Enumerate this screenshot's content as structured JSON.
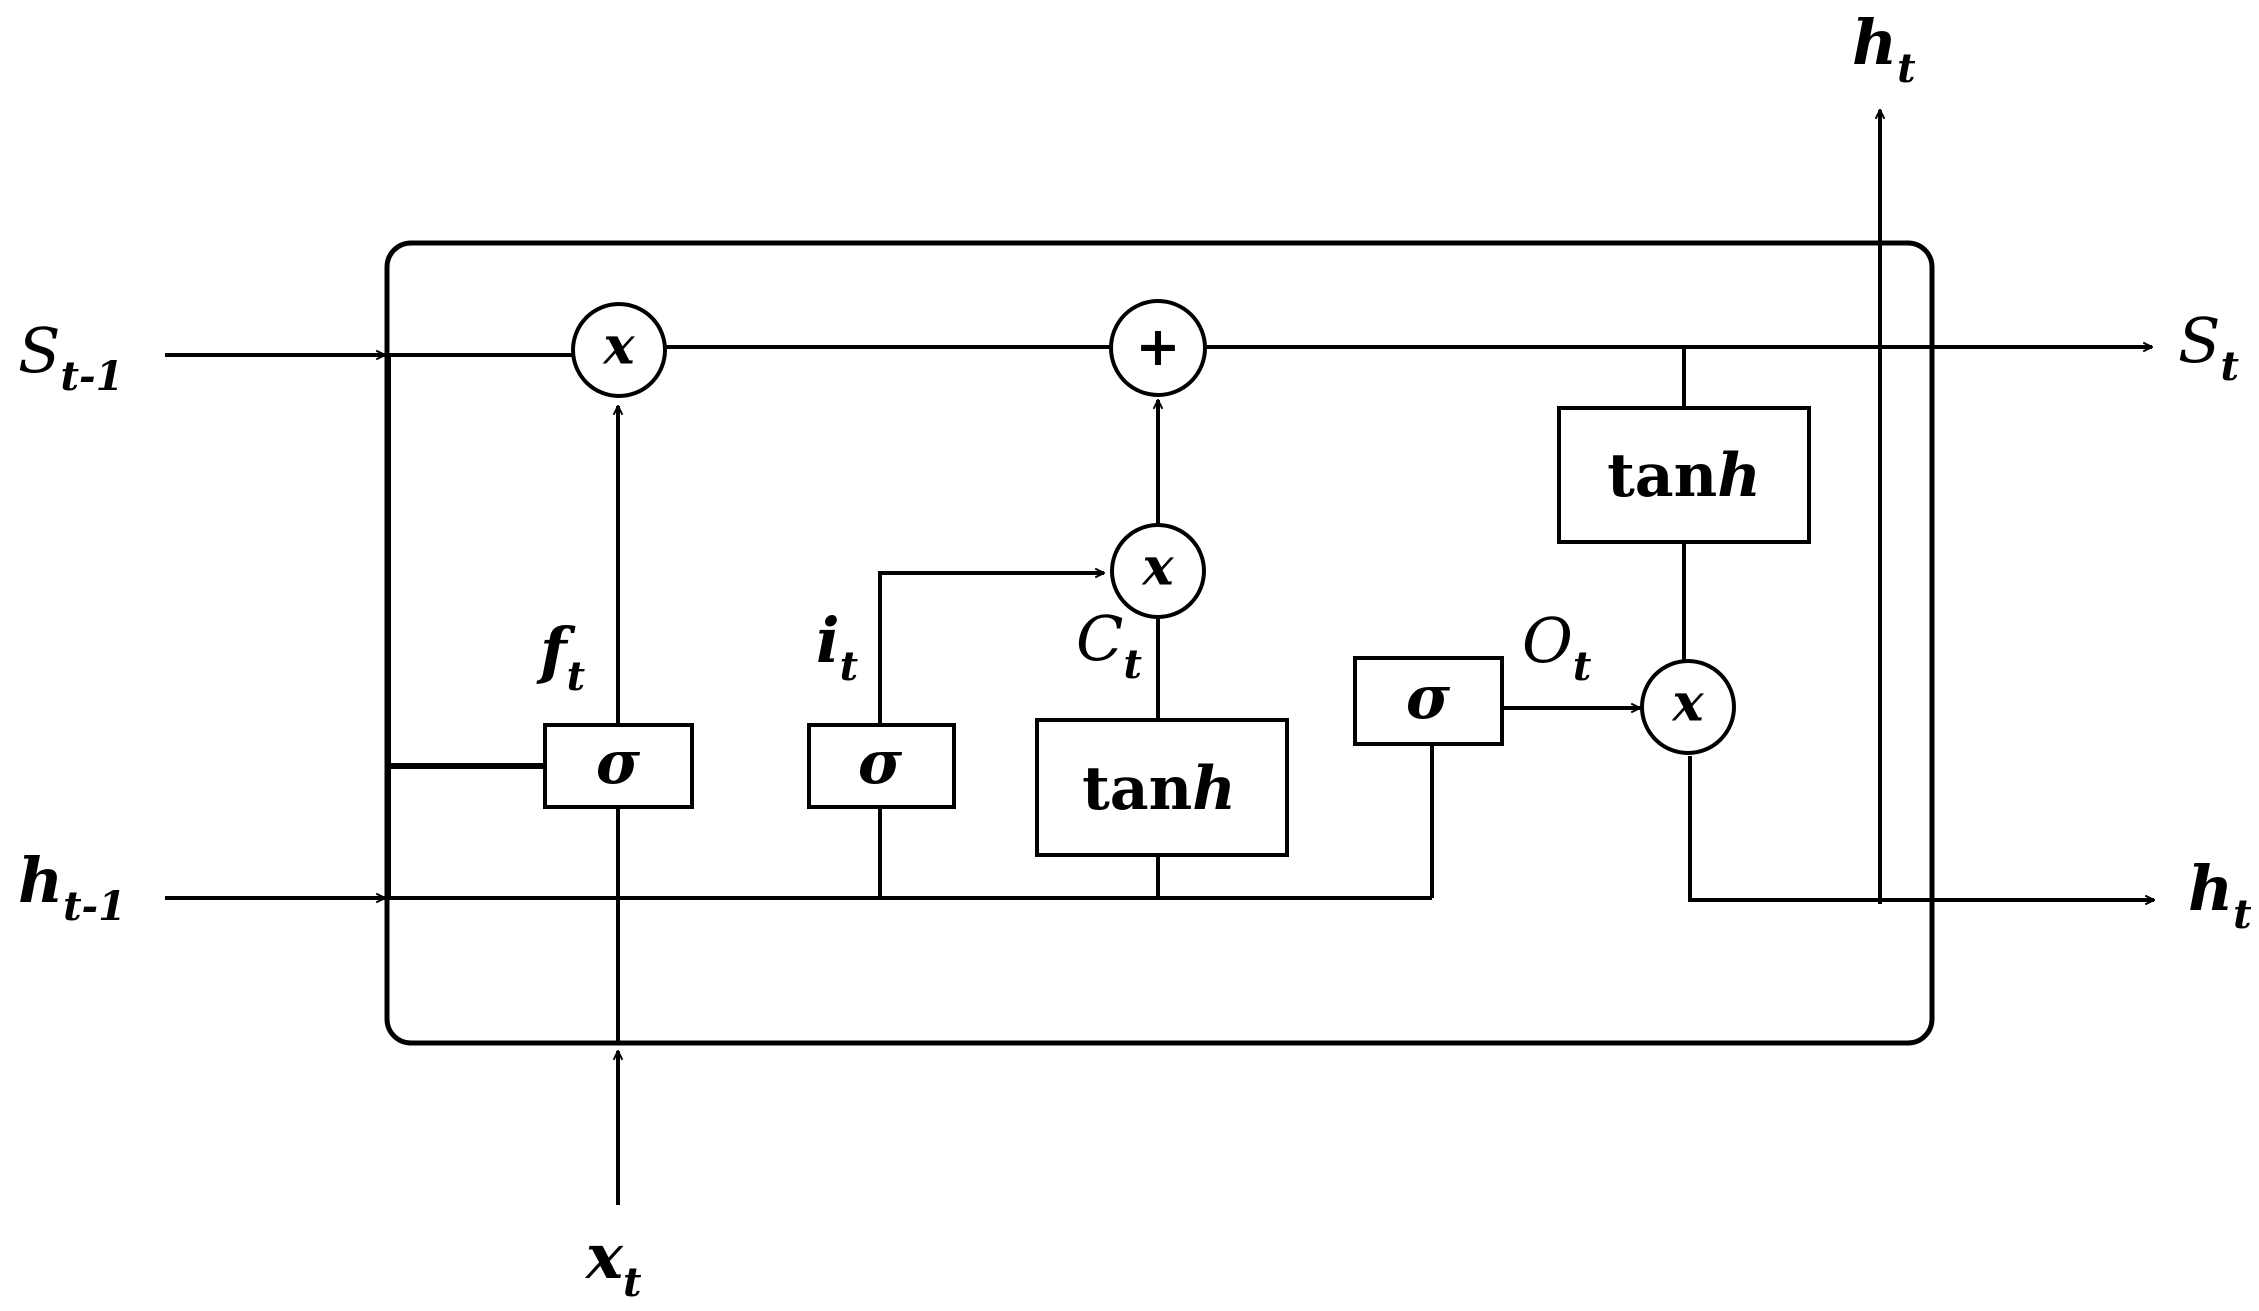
{
  "ops": {
    "forget_mult": "x",
    "add": "+",
    "input_mult": "x",
    "output_mult": "x"
  },
  "gates": {
    "forget": "σ",
    "input": "σ",
    "output": "σ"
  },
  "tanh": {
    "candidate": {
      "pre": "tan",
      "ital": "h"
    },
    "output": {
      "pre": "tan",
      "ital": "h"
    }
  },
  "labels": {
    "s_prev": {
      "base": "S",
      "sub": "t-1"
    },
    "h_prev": {
      "base": "h",
      "sub": "t-1"
    },
    "s_out": {
      "base": "S",
      "sub": "t"
    },
    "h_out_right": {
      "base": "h",
      "sub": "t"
    },
    "h_out_top": {
      "base": "h",
      "sub": "t"
    },
    "x_in": {
      "base": "x",
      "sub": "t"
    },
    "f_gate": {
      "base": "f",
      "sub": "t"
    },
    "i_gate": {
      "base": "i",
      "sub": "t"
    },
    "c_cand": {
      "base": "C",
      "sub": "t"
    },
    "o_gate": {
      "base": "O",
      "sub": "t"
    }
  }
}
